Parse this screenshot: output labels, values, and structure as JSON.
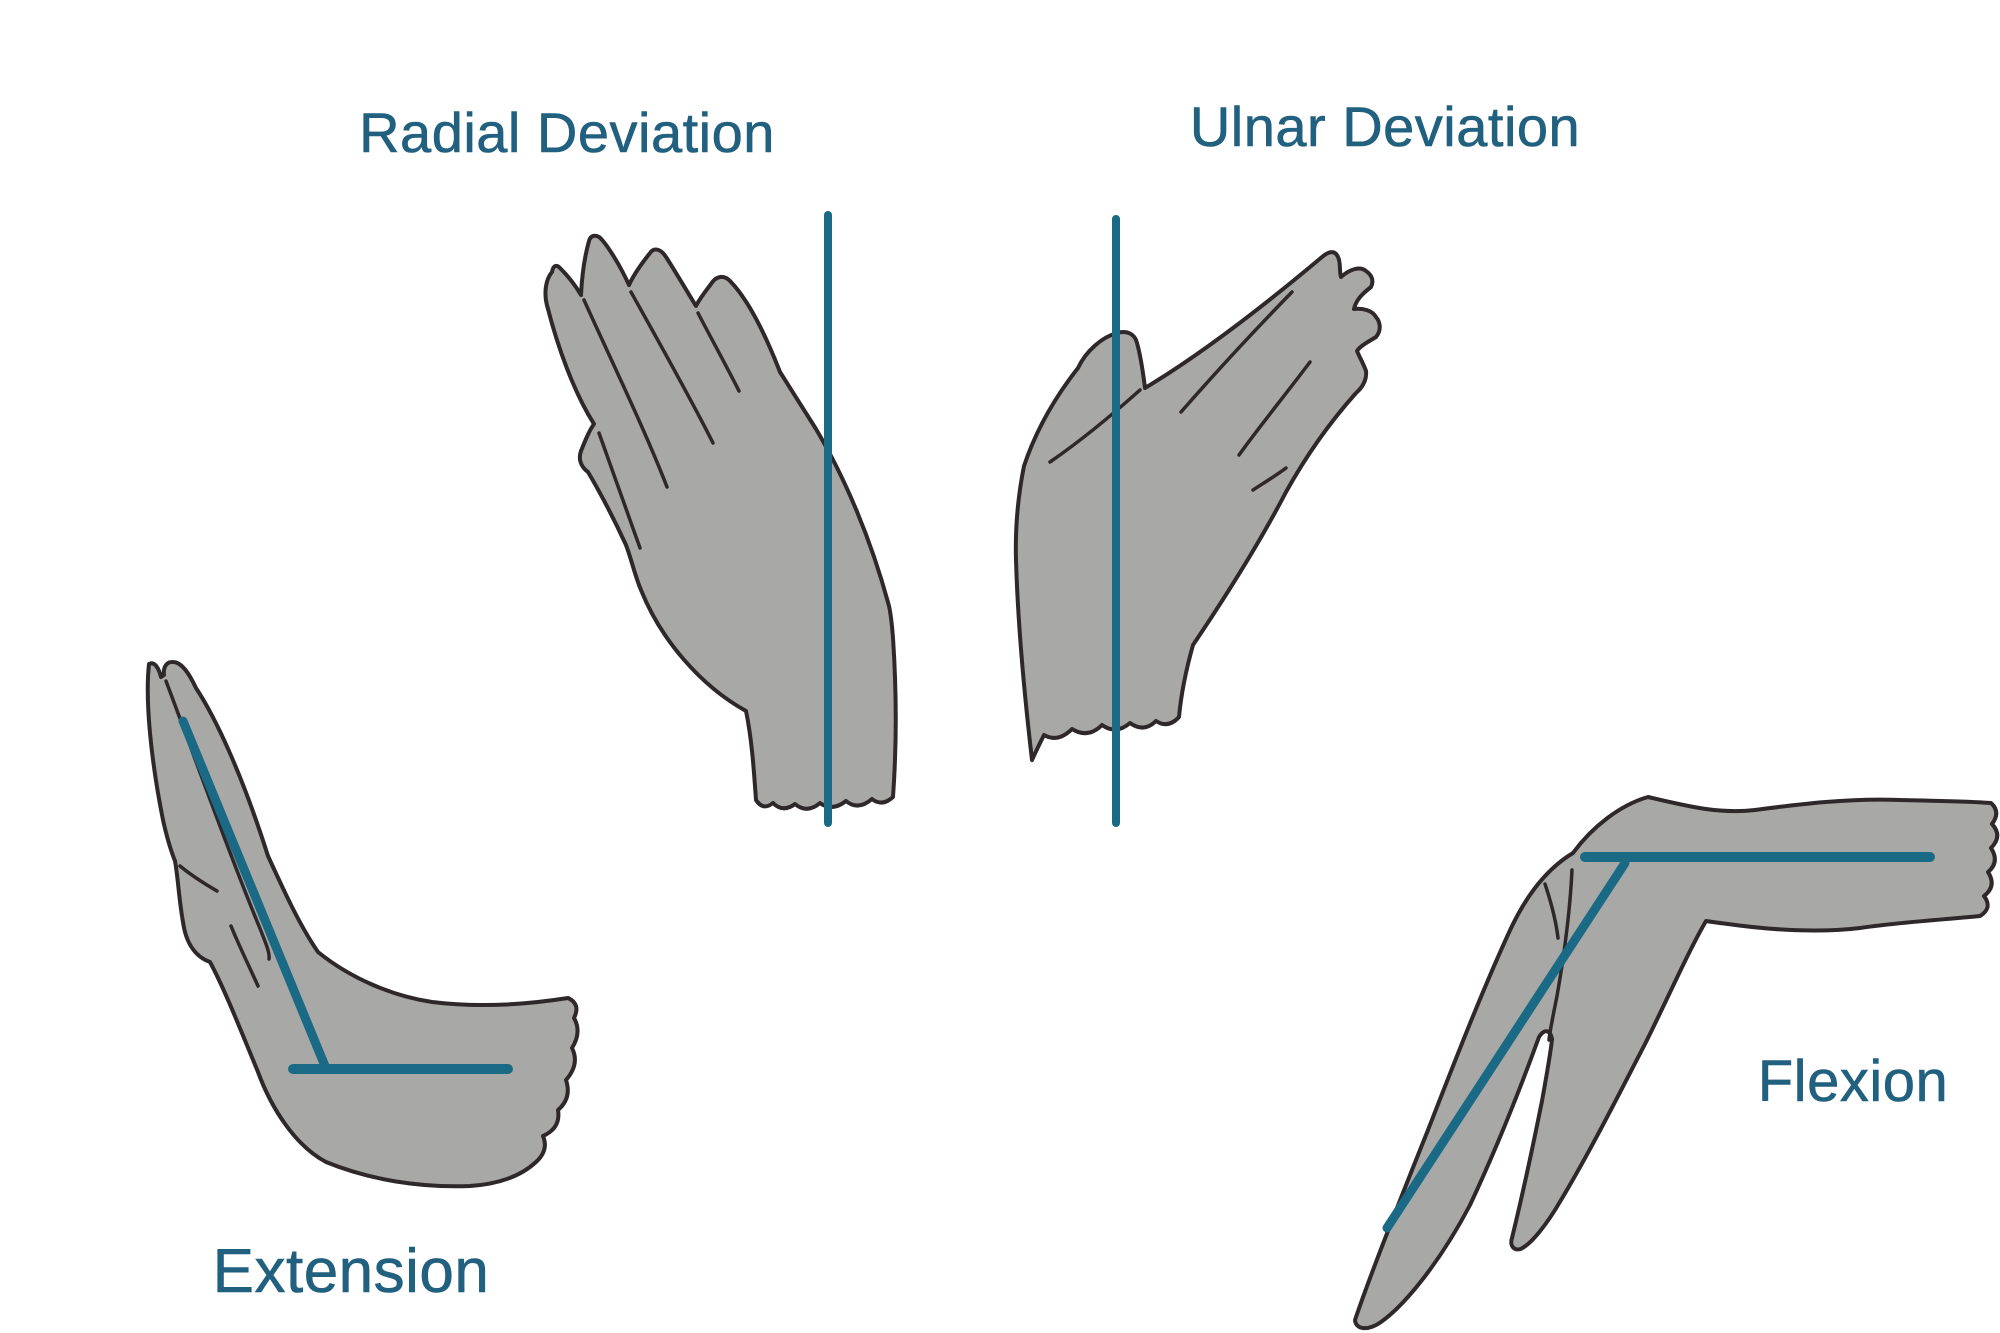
{
  "diagram": {
    "background": "#ffffff",
    "labels": {
      "radial": "Radial Deviation",
      "ulnar": "Ulnar Deviation",
      "extension": "Extension",
      "flexion": "Flexion"
    },
    "colors": {
      "background": "#ffffff",
      "hand_fill": "#a8a8a7",
      "hand_outline": "#2e282a",
      "axis_line": "#1a6a86",
      "label_text": "#21607f"
    }
  }
}
